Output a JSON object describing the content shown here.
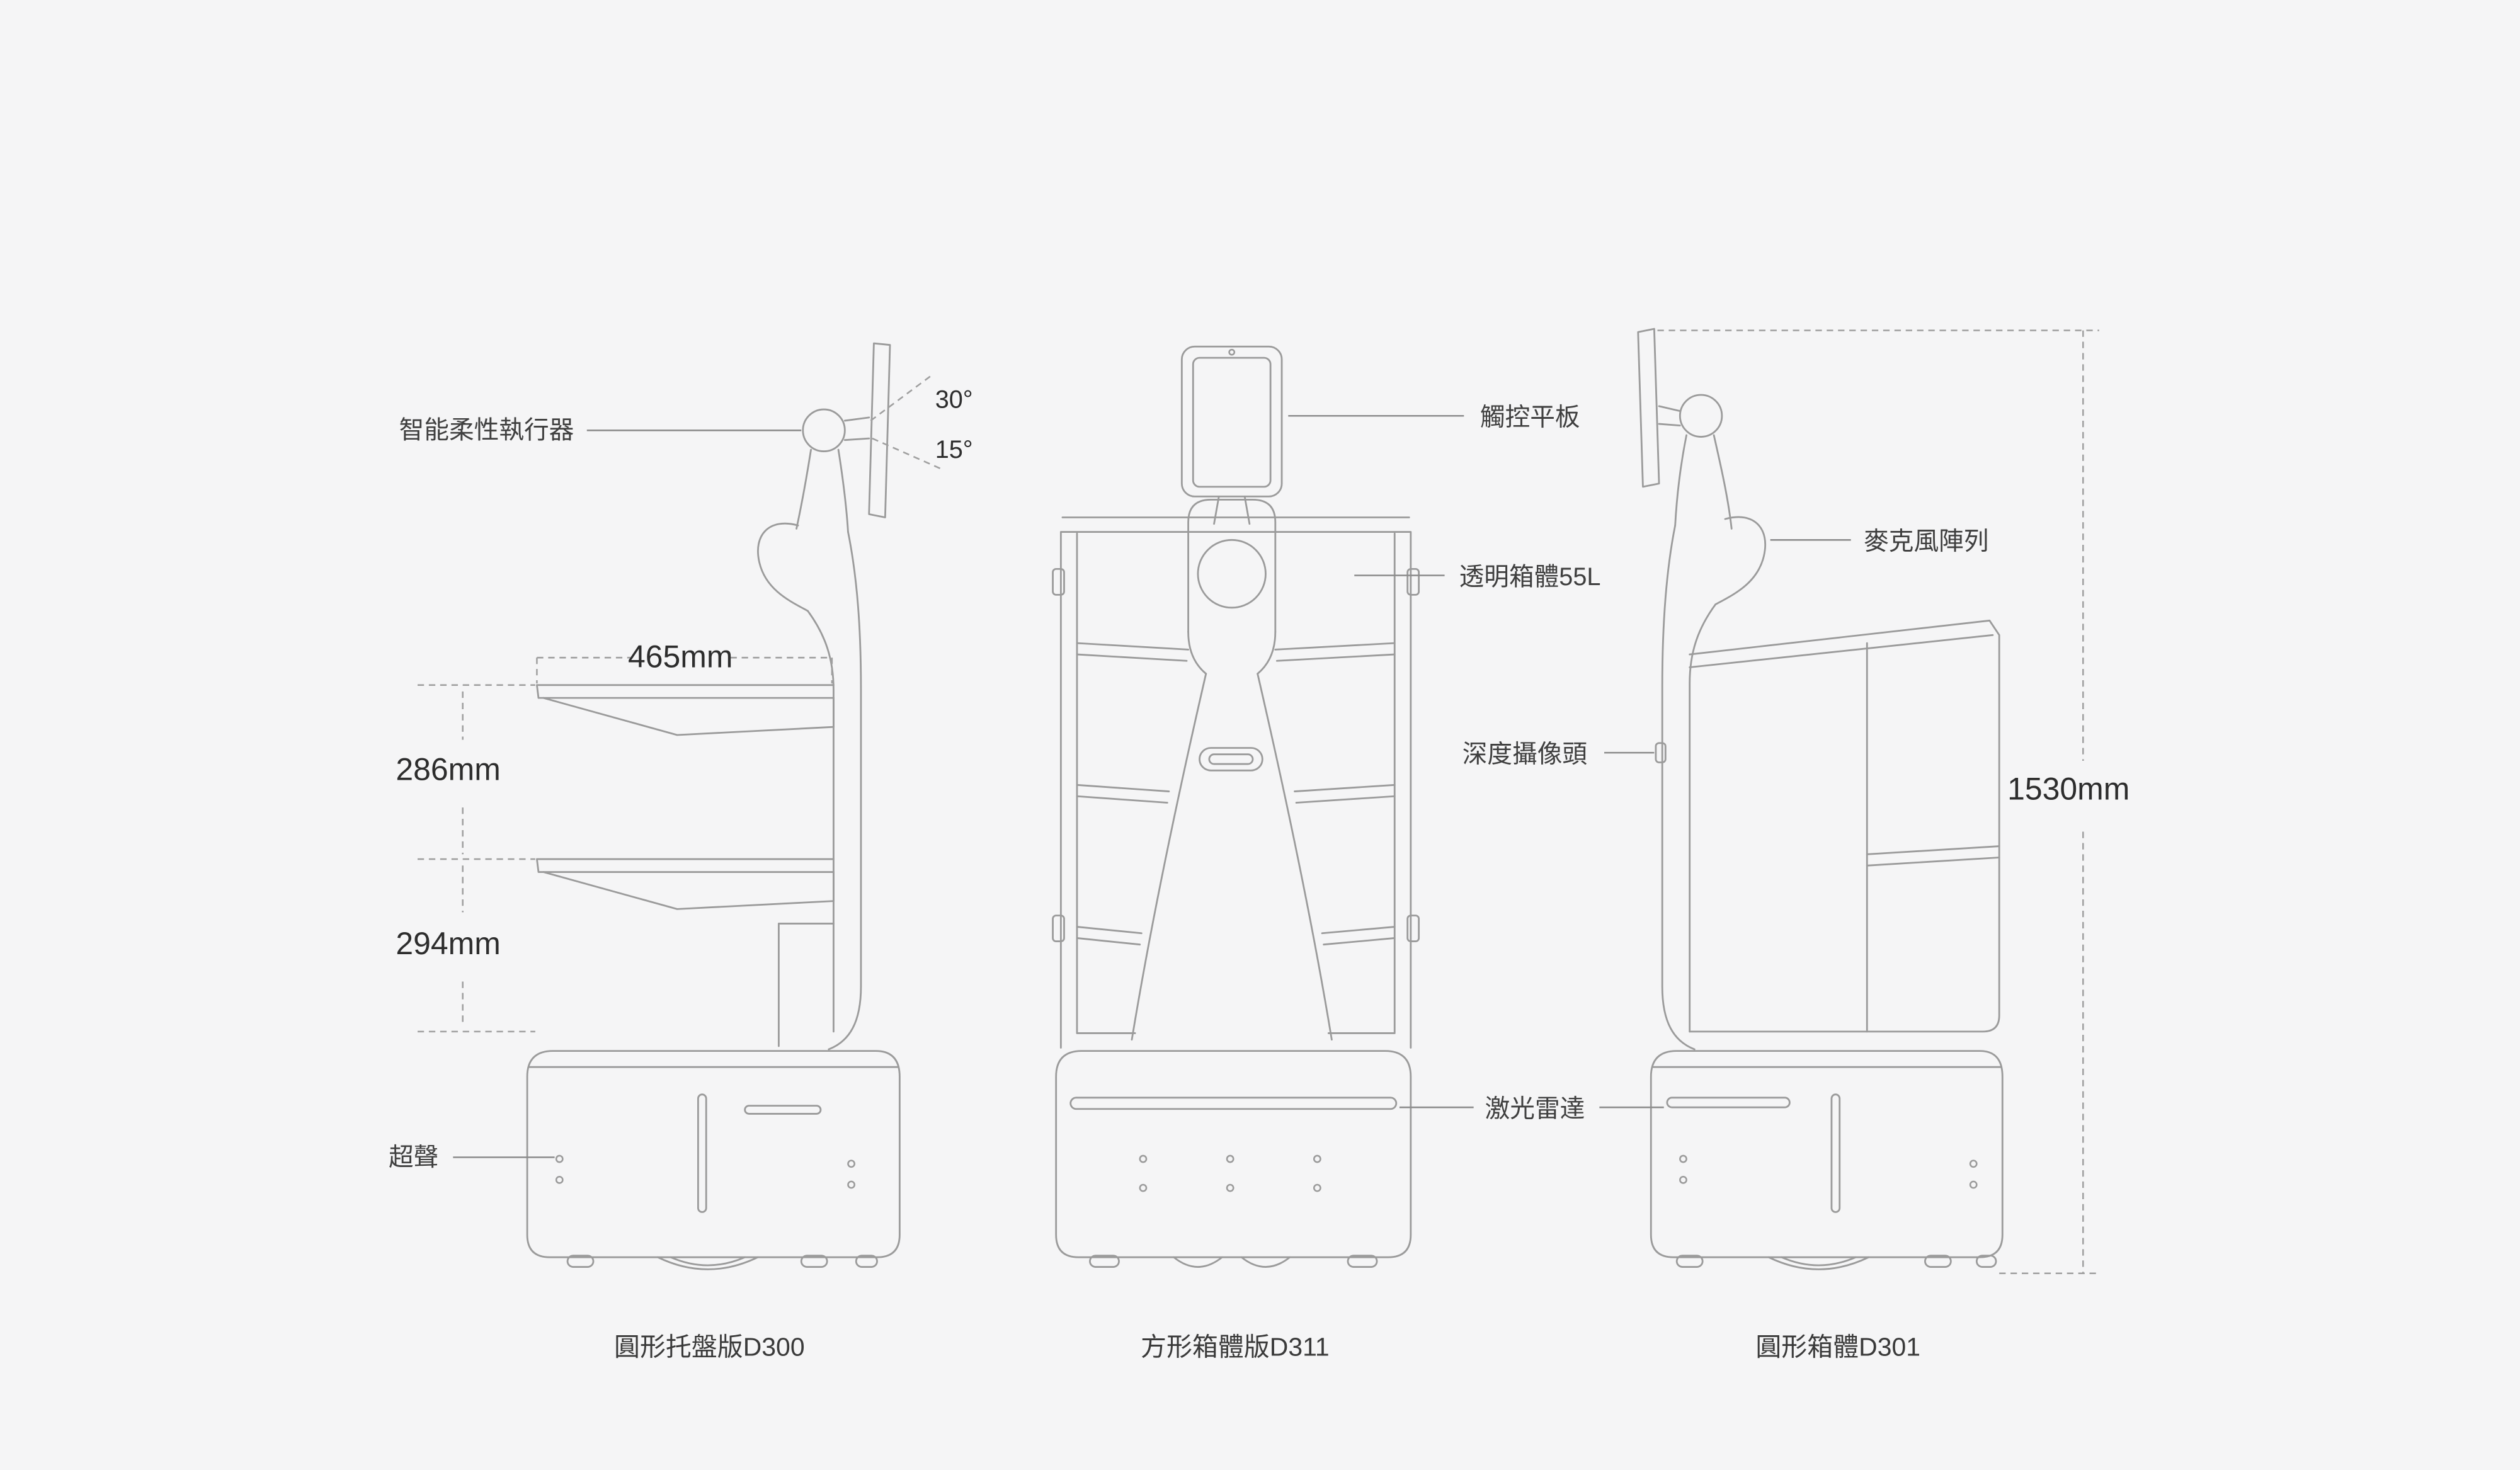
{
  "canvas": {
    "background": "#f5f5f6",
    "line_color": "#9b9b9b",
    "text_color": "#3f3f3f"
  },
  "annotations": {
    "actuator": {
      "label": "智能柔性執行器"
    },
    "angles": {
      "up": "30°",
      "down": "15°"
    },
    "ultrasonic": {
      "label": "超聲"
    },
    "tablet": {
      "label": "觸控平板"
    },
    "transparent_box": {
      "label": "透明箱體55L"
    },
    "depth_camera": {
      "label": "深度攝像頭"
    },
    "lidar": {
      "label": "激光雷達"
    },
    "mic_array": {
      "label": "麥克風陣列"
    }
  },
  "dimensions": {
    "tray_width": "465mm",
    "tray_gap_upper": "286mm",
    "tray_gap_lower": "294mm",
    "total_height": "1530mm"
  },
  "models": {
    "d300": "圓形托盤版D300",
    "d311": "方形箱體版D311",
    "d301": "圓形箱體D301"
  }
}
